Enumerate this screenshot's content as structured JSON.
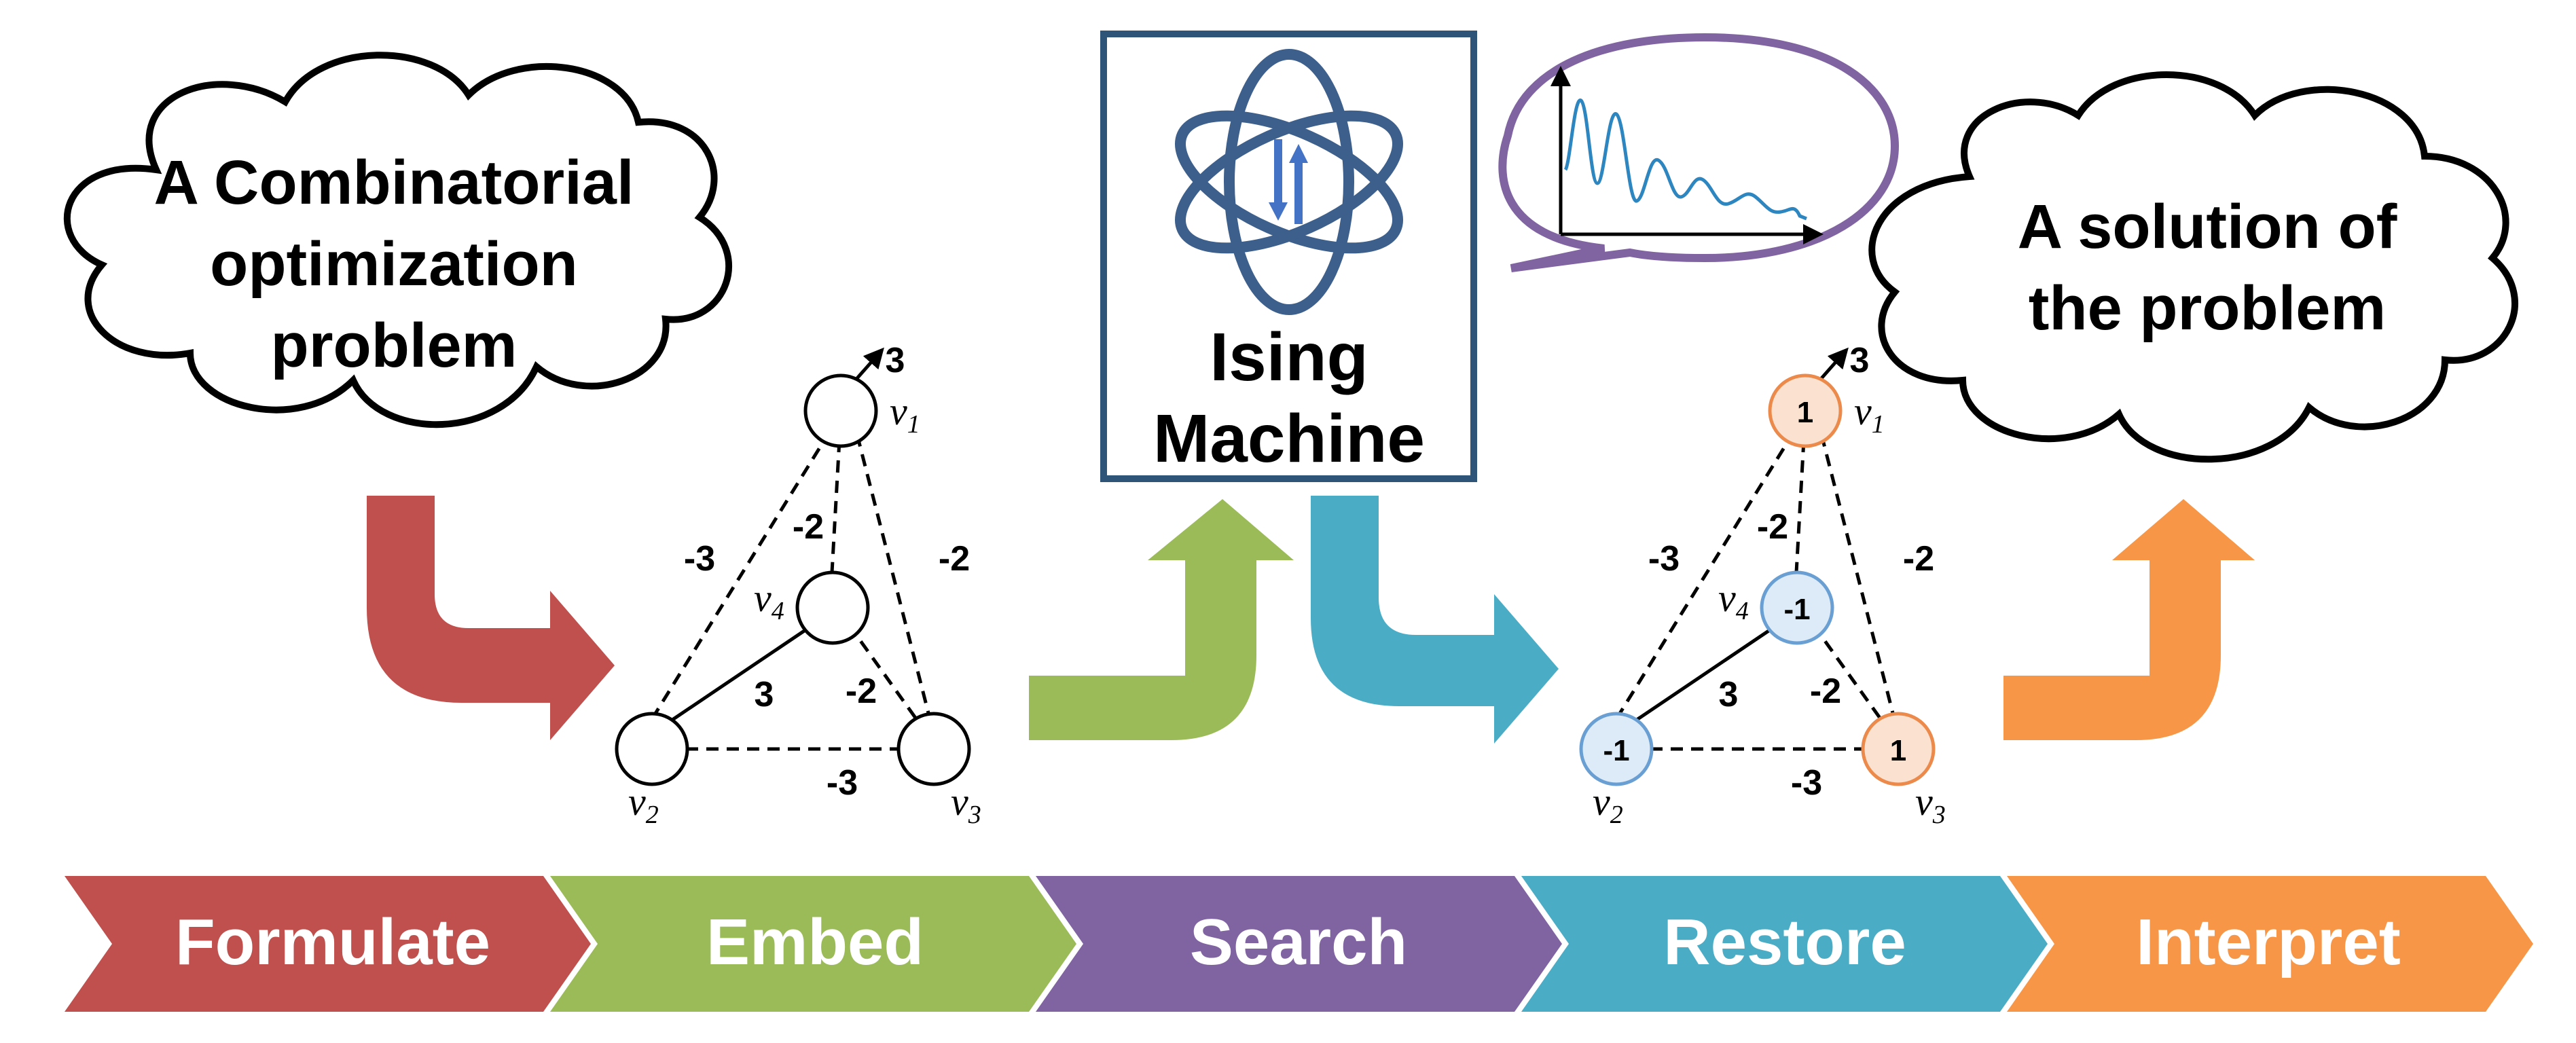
{
  "clouds": {
    "problem": [
      "A Combinatorial",
      "optimization",
      "problem"
    ],
    "solution": [
      "A solution of",
      "the problem"
    ]
  },
  "ising_box": {
    "lines": [
      "Ising",
      "Machine"
    ]
  },
  "graph_left": {
    "nodes": [
      {
        "id": "v1",
        "label": "v",
        "sub": "1"
      },
      {
        "id": "v2",
        "label": "v",
        "sub": "2"
      },
      {
        "id": "v3",
        "label": "v",
        "sub": "3"
      },
      {
        "id": "v4",
        "label": "v",
        "sub": "4"
      }
    ],
    "bias_v1": "3",
    "edges": [
      {
        "from": "v1",
        "to": "v2",
        "weight": "-3",
        "style": "dashed"
      },
      {
        "from": "v1",
        "to": "v4",
        "weight": "-2",
        "style": "dashed"
      },
      {
        "from": "v1",
        "to": "v3",
        "weight": "-2",
        "style": "dashed"
      },
      {
        "from": "v4",
        "to": "v2",
        "weight": "3",
        "style": "solid"
      },
      {
        "from": "v4",
        "to": "v3",
        "weight": "-2",
        "style": "dashed"
      },
      {
        "from": "v2",
        "to": "v3",
        "weight": "-3",
        "style": "dashed"
      }
    ]
  },
  "graph_right": {
    "spins": {
      "v1": "1",
      "v2": "-1",
      "v3": "1",
      "v4": "-1"
    },
    "bias_v1": "3",
    "colors": {
      "up_fill": "#fbe1cf",
      "up_stroke": "#ec8a4c",
      "down_fill": "#dcebf7",
      "down_stroke": "#6a9fd3"
    }
  },
  "pipeline": {
    "stages": [
      {
        "label": "Formulate",
        "color": "#c0504d"
      },
      {
        "label": "Embed",
        "color": "#9bbb59"
      },
      {
        "label": "Search",
        "color": "#8064a2"
      },
      {
        "label": "Restore",
        "color": "#4bacc6"
      },
      {
        "label": "Interpret",
        "color": "#f79646"
      }
    ]
  },
  "colors": {
    "formulate": "#c0504d",
    "embed": "#9bbb59",
    "search": "#8064a2",
    "restore": "#4bacc6",
    "interpret": "#f79646",
    "ising_box_border": "#2e5577",
    "atom": "#3d5f8c",
    "spin_arrows": "#4472c4",
    "bubble_border": "#8064a2",
    "signal": "#2e86c1"
  },
  "icons": [
    "atom-icon",
    "spin-arrows-icon",
    "speech-bubble-icon"
  ]
}
